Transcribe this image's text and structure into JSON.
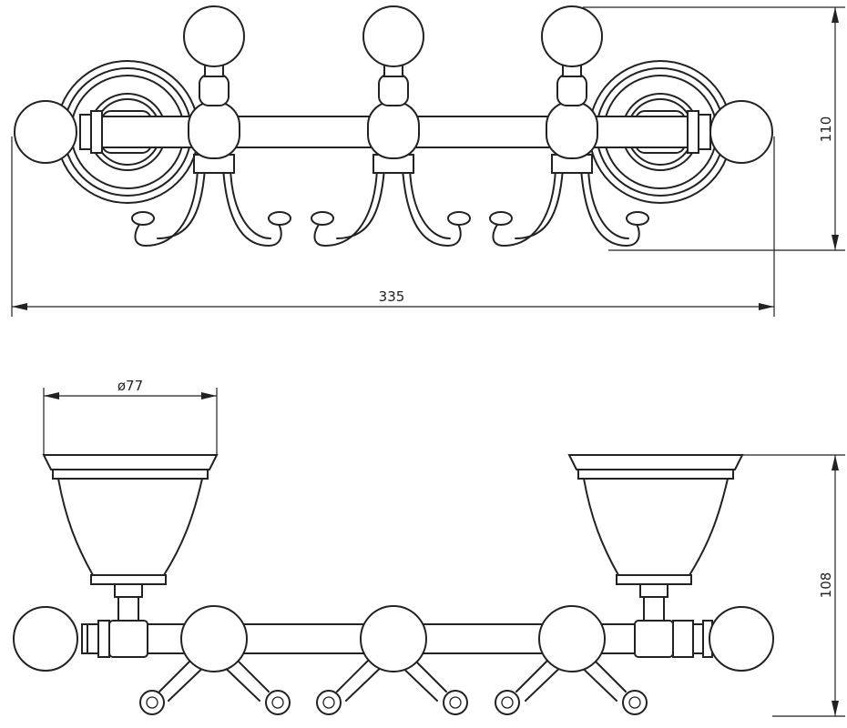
{
  "dimensions": {
    "overall_length": "335",
    "front_height": "110",
    "cup_diameter": "ø77",
    "side_height": "108"
  }
}
